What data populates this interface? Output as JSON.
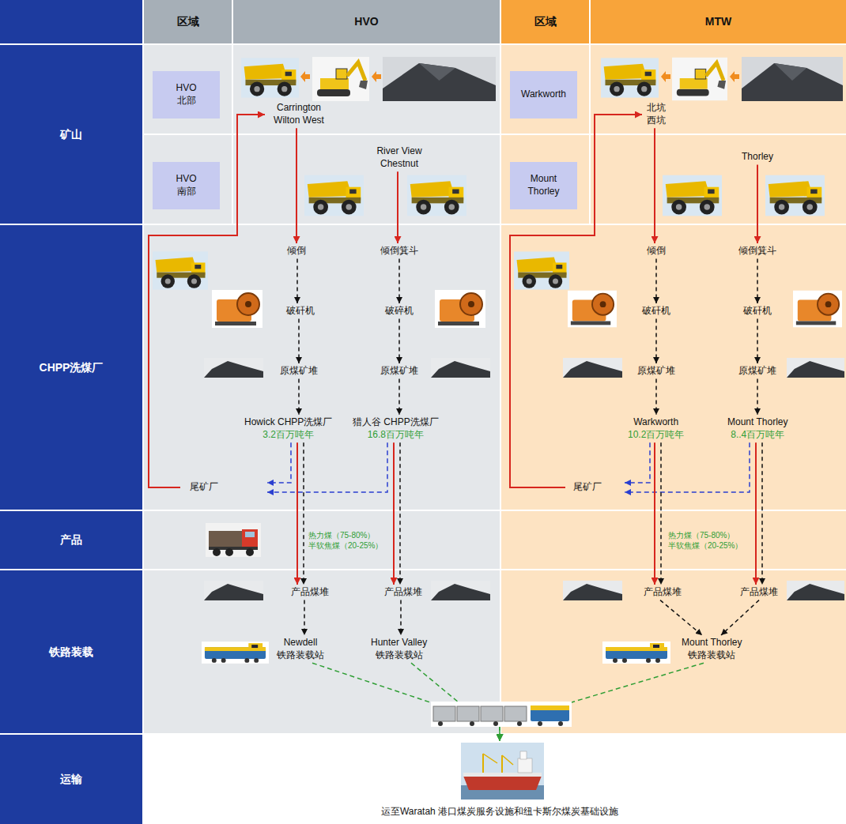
{
  "diagram": {
    "nodes": [
      {
        "text": [
          "区域"
        ]
      },
      {
        "text": [
          "HVO"
        ]
      },
      {
        "text": [
          "区域"
        ]
      },
      {
        "text": [
          "MTW"
        ]
      },
      {
        "text": [
          "矿山"
        ]
      },
      {
        "text": [
          "HVO 北部"
        ]
      },
      {
        "text": [
          "Carrington Wilton West"
        ]
      },
      {
        "text": [
          "Warkworth"
        ]
      },
      {
        "text": [
          "北坑 西坑"
        ]
      },
      {
        "text": [
          "HVO 南部"
        ]
      },
      {
        "text": [
          "River View Chestnut"
        ]
      },
      {
        "text": [
          "Mount Thorley"
        ]
      },
      {
        "text": [
          "Thorley"
        ]
      },
      {
        "text": [
          "CHPP洗煤厂"
        ]
      },
      {
        "text": [
          "倾倒"
        ]
      },
      {
        "text": [
          "倾倒箕斗"
        ]
      },
      {
        "text": [
          "倾倒"
        ]
      },
      {
        "text": [
          "倾倒箕斗"
        ]
      },
      {
        "text": [
          "破矸机"
        ]
      },
      {
        "text": [
          "破碎机"
        ]
      },
      {
        "text": [
          "破矸机"
        ]
      },
      {
        "text": [
          "破矸机"
        ]
      },
      {
        "text": [
          "原煤矿堆"
        ]
      },
      {
        "text": [
          "原煤矿堆"
        ]
      },
      {
        "text": [
          "原煤矿堆"
        ]
      },
      {
        "text": [
          "原煤矿堆"
        ]
      },
      {
        "text": [
          "Howick CHPP洗煤厂",
          "3.2百万吨年"
        ]
      },
      {
        "text": [
          "猎人谷 CHPP洗煤厂",
          "16.8百万吨年"
        ]
      },
      {
        "text": [
          "Warkworth",
          "10.2百万吨年"
        ]
      },
      {
        "text": [
          "Mount Thorley",
          "8..4百万吨年"
        ]
      },
      {
        "text": [
          "尾矿厂"
        ]
      },
      {
        "text": [
          "尾矿厂"
        ]
      },
      {
        "text": [
          "产品"
        ]
      },
      {
        "text": [
          "铁路装载"
        ]
      },
      {
        "text": [
          "产品煤堆"
        ]
      },
      {
        "text": [
          "产品煤堆"
        ]
      },
      {
        "text": [
          "产品煤堆"
        ]
      },
      {
        "text": [
          "产品煤堆"
        ]
      },
      {
        "text": [
          "Newdell",
          "铁路装载站"
        ]
      },
      {
        "text": [
          "Hunter Valley",
          "铁路装载站"
        ]
      },
      {
        "text": [
          "Mount Thorley",
          "铁路装载站"
        ]
      },
      {
        "text": [
          "运输"
        ]
      },
      {
        "text": [
          "运至Waratah 港口煤炭服务设施和纽卡斯尔煤炭基础设施"
        ]
      }
    ],
    "edges": [
      {
        "from": 6,
        "to": 14,
        "arrow": "to"
      },
      {
        "from": 10,
        "to": 15,
        "arrow": "to"
      },
      {
        "from": 8,
        "to": 16,
        "arrow": "to"
      },
      {
        "from": 12,
        "to": 17,
        "arrow": "to"
      },
      {
        "from": 14,
        "to": 18,
        "arrow": "to"
      },
      {
        "from": 15,
        "to": 19,
        "arrow": "to"
      },
      {
        "from": 16,
        "to": 20,
        "arrow": "to"
      },
      {
        "from": 17,
        "to": 21,
        "arrow": "to"
      },
      {
        "from": 18,
        "to": 22,
        "arrow": "to"
      },
      {
        "from": 19,
        "to": 23,
        "arrow": "to"
      },
      {
        "from": 20,
        "to": 24,
        "arrow": "to"
      },
      {
        "from": 21,
        "to": 25,
        "arrow": "to"
      },
      {
        "from": 22,
        "to": 26,
        "arrow": "to"
      },
      {
        "from": 23,
        "to": 27,
        "arrow": "to"
      },
      {
        "from": 24,
        "to": 28,
        "arrow": "to"
      },
      {
        "from": 25,
        "to": 29,
        "arrow": "to"
      },
      {
        "from": 26,
        "to": 30,
        "arrow": "to"
      },
      {
        "from": 27,
        "to": 30,
        "arrow": "to"
      },
      {
        "from": 30,
        "to": 6,
        "arrow": "to"
      },
      {
        "from": 26,
        "to": 34,
        "arrow": "to"
      },
      {
        "from": 26,
        "to": 34,
        "arrow": "to"
      },
      {
        "from": 27,
        "to": 35,
        "arrow": "to"
      },
      {
        "from": 27,
        "to": 35,
        "arrow": "to"
      },
      {
        "from": 28,
        "to": 31,
        "arrow": "to"
      },
      {
        "from": 29,
        "to": 31,
        "arrow": "to"
      },
      {
        "from": 31,
        "to": 8,
        "arrow": "to"
      },
      {
        "from": 28,
        "to": 36,
        "arrow": "to"
      },
      {
        "from": 28,
        "to": 36,
        "arrow": "to"
      },
      {
        "from": 29,
        "to": 37,
        "arrow": "to"
      },
      {
        "from": 29,
        "to": 37,
        "arrow": "to"
      },
      {
        "from": 34,
        "to": 38,
        "arrow": "to"
      },
      {
        "from": 35,
        "to": 39,
        "arrow": "to"
      },
      {
        "from": 36,
        "to": 40,
        "arrow": "to"
      },
      {
        "from": 37,
        "to": 40,
        "arrow": "to"
      },
      {
        "from": 38,
        "to": 42,
        "arrow": "to"
      },
      {
        "from": 39,
        "to": 42,
        "arrow": "to"
      },
      {
        "from": 40,
        "to": 42,
        "arrow": "to"
      }
    ],
    "labels": [
      "热力煤（75-80%）",
      "半软焦煤（20-25%）",
      "热力煤（75-80%）",
      "半软焦煤（20-25%）"
    ]
  }
}
